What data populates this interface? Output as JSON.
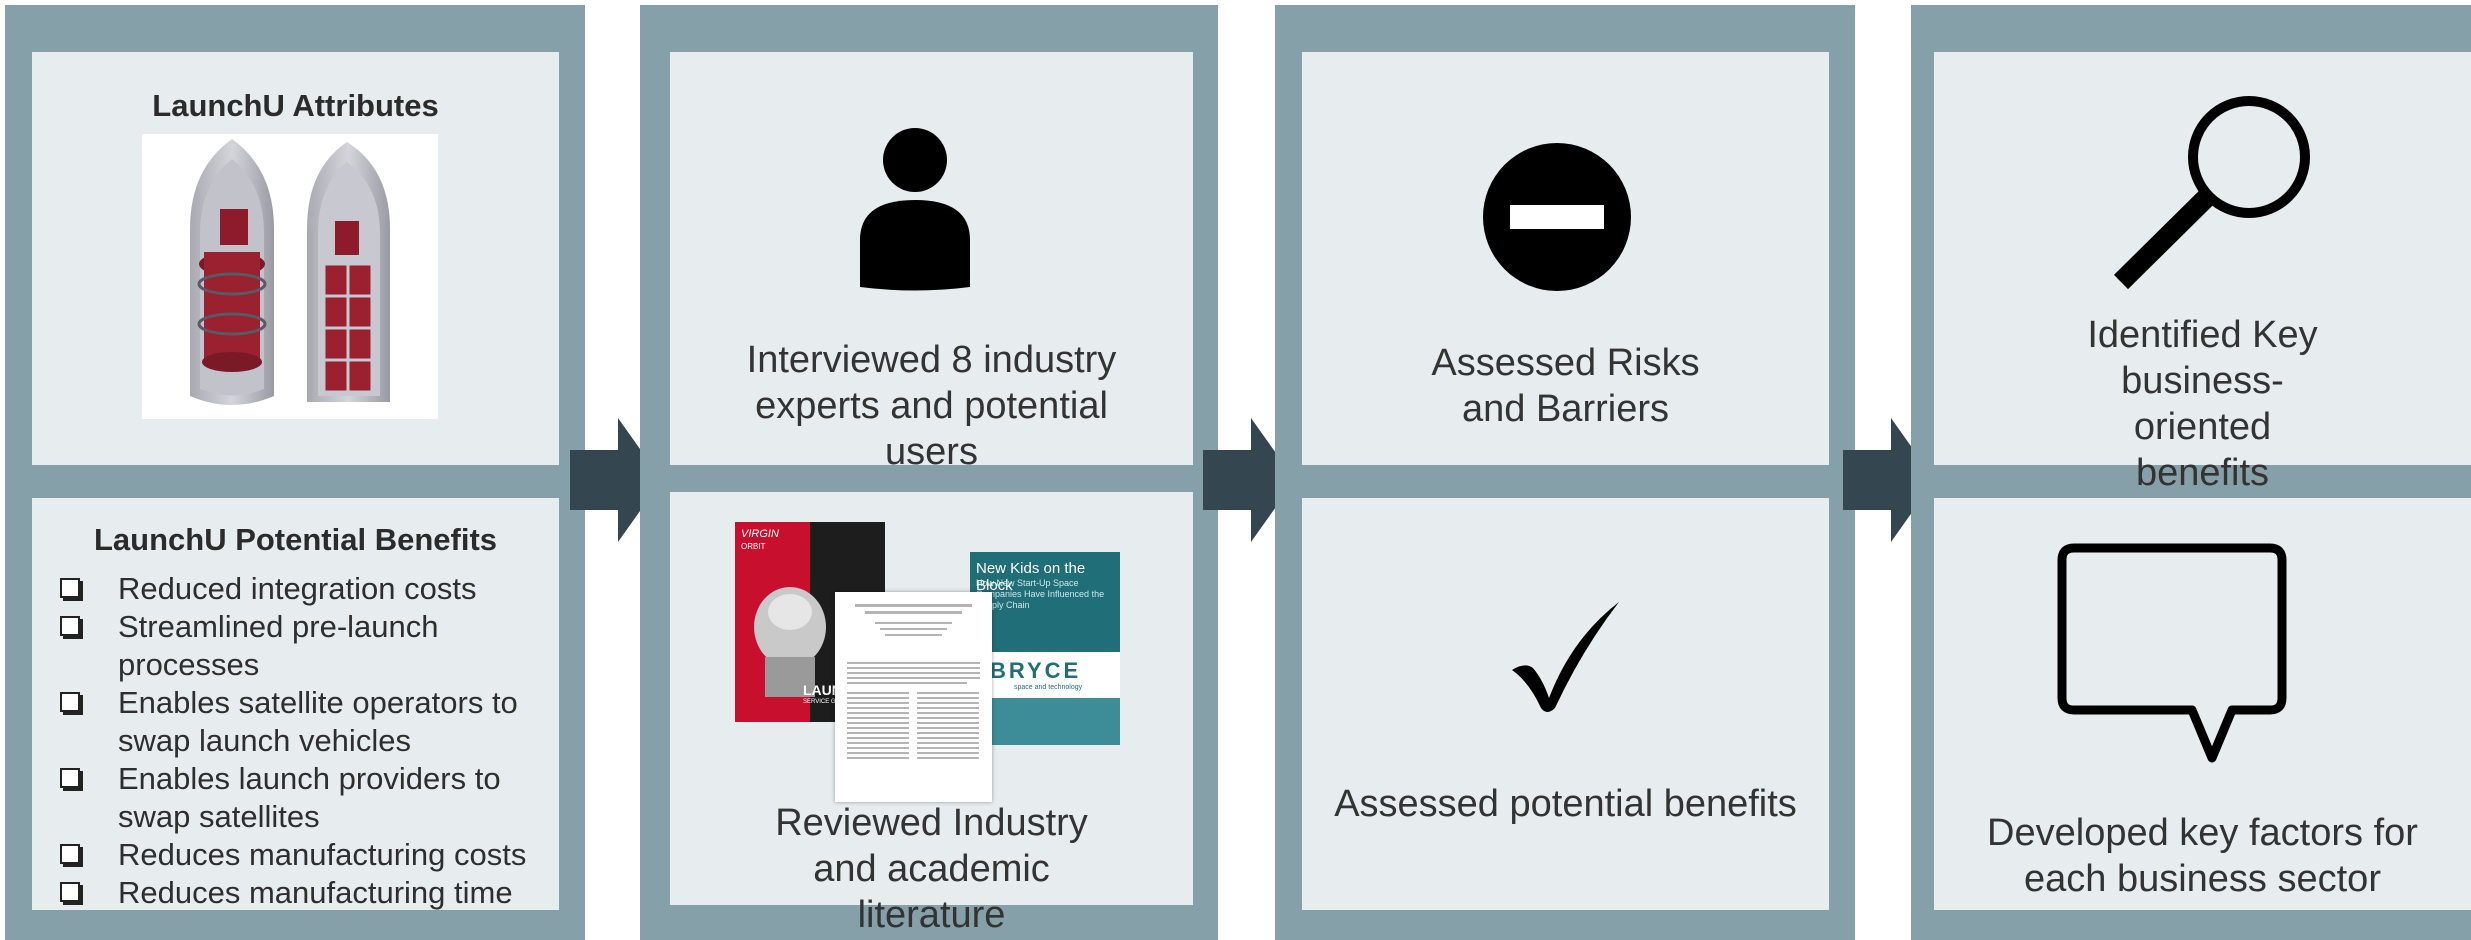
{
  "colors": {
    "frame": "#86a0aa",
    "panel": "#e7ecef",
    "arrow": "#34464f",
    "icon": "#000000",
    "rocket_cargo": "#8e1b2b"
  },
  "panels": {
    "attributes": {
      "title": "LaunchU Attributes",
      "image": "rocket-fairing-illustration"
    },
    "benefits": {
      "title": "LaunchU Potential Benefits",
      "items": [
        "Reduced integration costs",
        " Streamlined pre-launch processes",
        "Enables satellite operators to swap launch vehicles",
        "Enables launch providers to swap satellites",
        "Reduces manufacturing costs",
        "Reduces manufacturing time"
      ]
    },
    "interviews": {
      "text": "Interviewed 8 industry experts and potential users",
      "icon": "person-icon"
    },
    "literature": {
      "text": "Reviewed Industry and academic literature",
      "doc_virgin_brand": "VIRGIN",
      "doc_virgin_sub": "ORBIT",
      "doc_virgin_launch": "LAUNC",
      "doc_virgin_guide": "SERVICE GUI",
      "doc_bryce_title": "New Kids on the Block",
      "doc_bryce_sub": "How New Start-Up Space Companies Have Influenced the Supply Chain",
      "doc_bryce_brand": "BRYCE",
      "doc_bryce_tag": "space and technology"
    },
    "risks": {
      "text": "Assessed Risks and Barriers",
      "icon": "minus-circle-icon"
    },
    "benefits_assessed": {
      "text": "Assessed potential benefits",
      "icon": "checkmark-icon"
    },
    "key_benefits": {
      "text": "Identified Key business-oriented benefits",
      "icon": "magnifier-icon"
    },
    "key_factors": {
      "text": "Developed key factors for each business sector",
      "icon": "speech-bubble-icon"
    }
  }
}
